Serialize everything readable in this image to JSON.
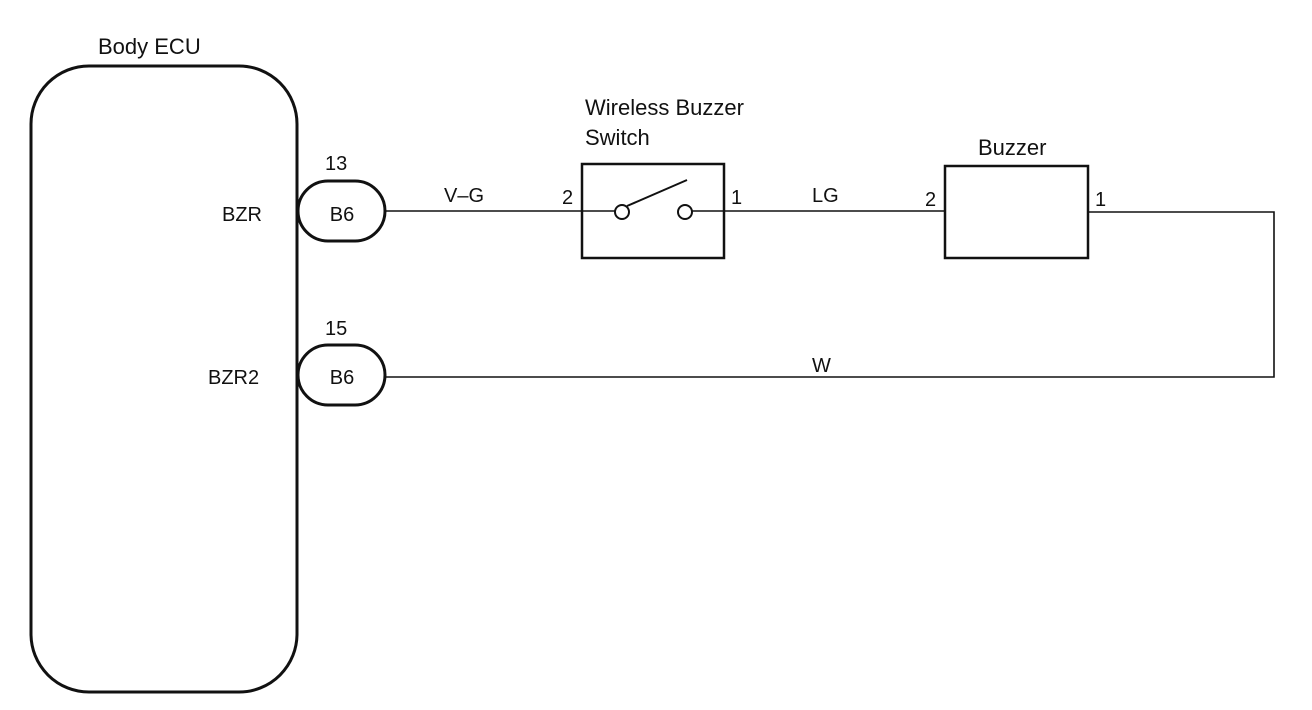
{
  "body_ecu": {
    "title": "Body ECU",
    "terminals": [
      {
        "name": "BZR",
        "pin": "13",
        "connector": "B6"
      },
      {
        "name": "BZR2",
        "pin": "15",
        "connector": "B6"
      }
    ]
  },
  "switch": {
    "title_line1": "Wireless Buzzer",
    "title_line2": "Switch",
    "pin_left": "2",
    "pin_right": "1"
  },
  "buzzer": {
    "title": "Buzzer",
    "pin_left": "2",
    "pin_right": "1"
  },
  "wires": {
    "ecu_to_switch": "V–G",
    "switch_to_buzzer": "LG",
    "return": "W"
  },
  "colors": {
    "line": "#111111",
    "background": "#ffffff"
  }
}
